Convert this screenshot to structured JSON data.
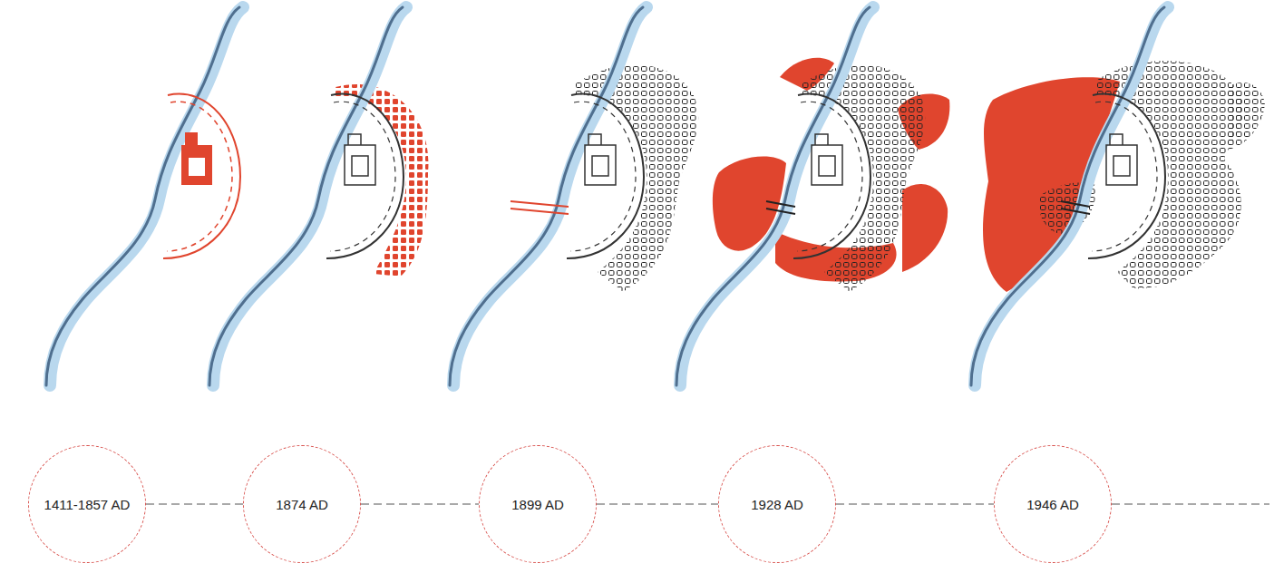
{
  "diagram": {
    "nodes": [
      {
        "text": [
          "1411-1857 AD"
        ]
      },
      {
        "text": [
          "1874 AD"
        ]
      },
      {
        "text": [
          "1899 AD"
        ]
      },
      {
        "text": [
          "1928 AD"
        ]
      },
      {
        "text": [
          "1946 AD"
        ]
      }
    ],
    "edges": [
      {
        "from": 0,
        "to": 1,
        "arrow": "none"
      },
      {
        "from": 1,
        "to": 2,
        "arrow": "none"
      },
      {
        "from": 2,
        "to": 3,
        "arrow": "none"
      },
      {
        "from": 3,
        "to": 4,
        "arrow": "none"
      }
    ]
  }
}
